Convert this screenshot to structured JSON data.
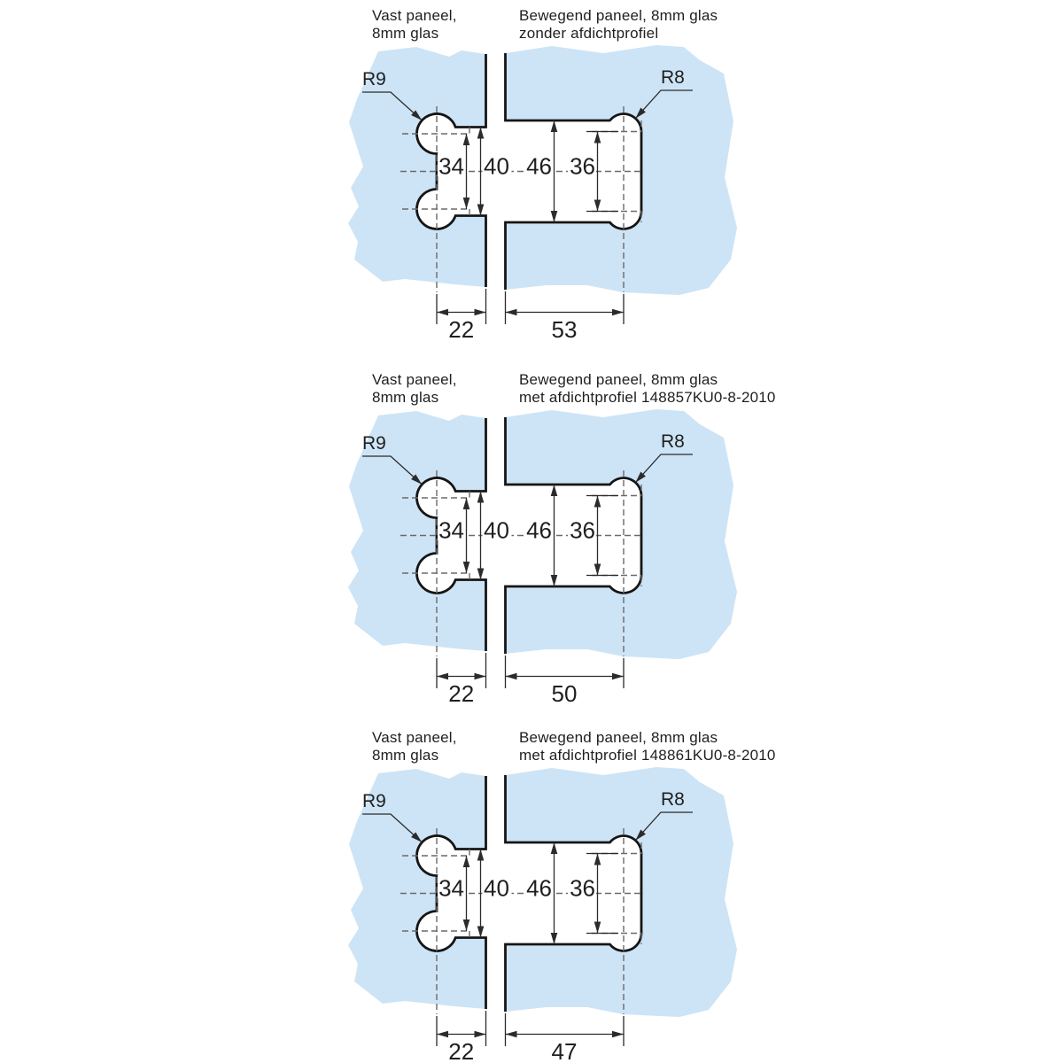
{
  "colors": {
    "glass_fill": "#cde4f6",
    "outline": "#151515",
    "dim_line": "#2b2b2b",
    "dashed_line": "#6a6a6a",
    "text": "#1f1f1f",
    "background": "#ffffff"
  },
  "diagrams": [
    {
      "left_label_line1": "Vast paneel,",
      "left_label_line2": "8mm glas",
      "right_label_line1": "Bewegend paneel, 8mm glas",
      "right_label_line2": "zonder afdichtprofiel",
      "radius_left": "R9",
      "radius_right": "R8",
      "dim_left_hole_spacing": "34",
      "dim_left_notch_height": "40",
      "dim_right_notch_height": "46",
      "dim_right_hole_spacing": "36",
      "dim_left_depth": "22",
      "dim_right_depth": "53"
    },
    {
      "left_label_line1": "Vast paneel,",
      "left_label_line2": "8mm glas",
      "right_label_line1": "Bewegend paneel, 8mm glas",
      "right_label_line2": "met afdichtprofiel 148857KU0-8-2010",
      "radius_left": "R9",
      "radius_right": "R8",
      "dim_left_hole_spacing": "34",
      "dim_left_notch_height": "40",
      "dim_right_notch_height": "46",
      "dim_right_hole_spacing": "36",
      "dim_left_depth": "22",
      "dim_right_depth": "50"
    },
    {
      "left_label_line1": "Vast paneel,",
      "left_label_line2": "8mm glas",
      "right_label_line1": "Bewegend paneel, 8mm glas",
      "right_label_line2": "met afdichtprofiel 148861KU0-8-2010",
      "radius_left": "R9",
      "radius_right": "R8",
      "dim_left_hole_spacing": "34",
      "dim_left_notch_height": "40",
      "dim_right_notch_height": "46",
      "dim_right_hole_spacing": "36",
      "dim_left_depth": "22",
      "dim_right_depth": "47"
    }
  ]
}
